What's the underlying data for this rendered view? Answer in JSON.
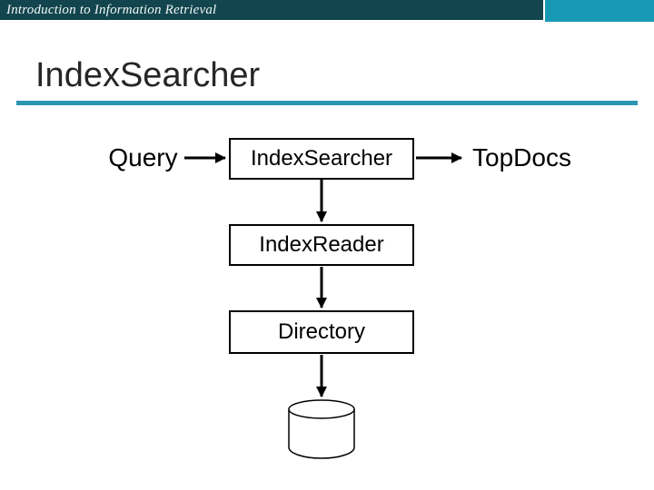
{
  "header": {
    "title": "Introduction to Information Retrieval"
  },
  "slide": {
    "title": "IndexSearcher"
  },
  "diagram": {
    "input_label": "Query",
    "output_label": "TopDocs",
    "boxes": [
      {
        "label": "IndexSearcher"
      },
      {
        "label": "IndexReader"
      },
      {
        "label": "Directory"
      }
    ],
    "storage_icon": "database-cylinder-icon"
  },
  "colors": {
    "header_bar": "#12454e",
    "header_accent": "#1799b4",
    "title_text": "#262626",
    "title_rule": "#2c96b1",
    "diagram_stroke": "#000000",
    "background": "#ffffff"
  }
}
